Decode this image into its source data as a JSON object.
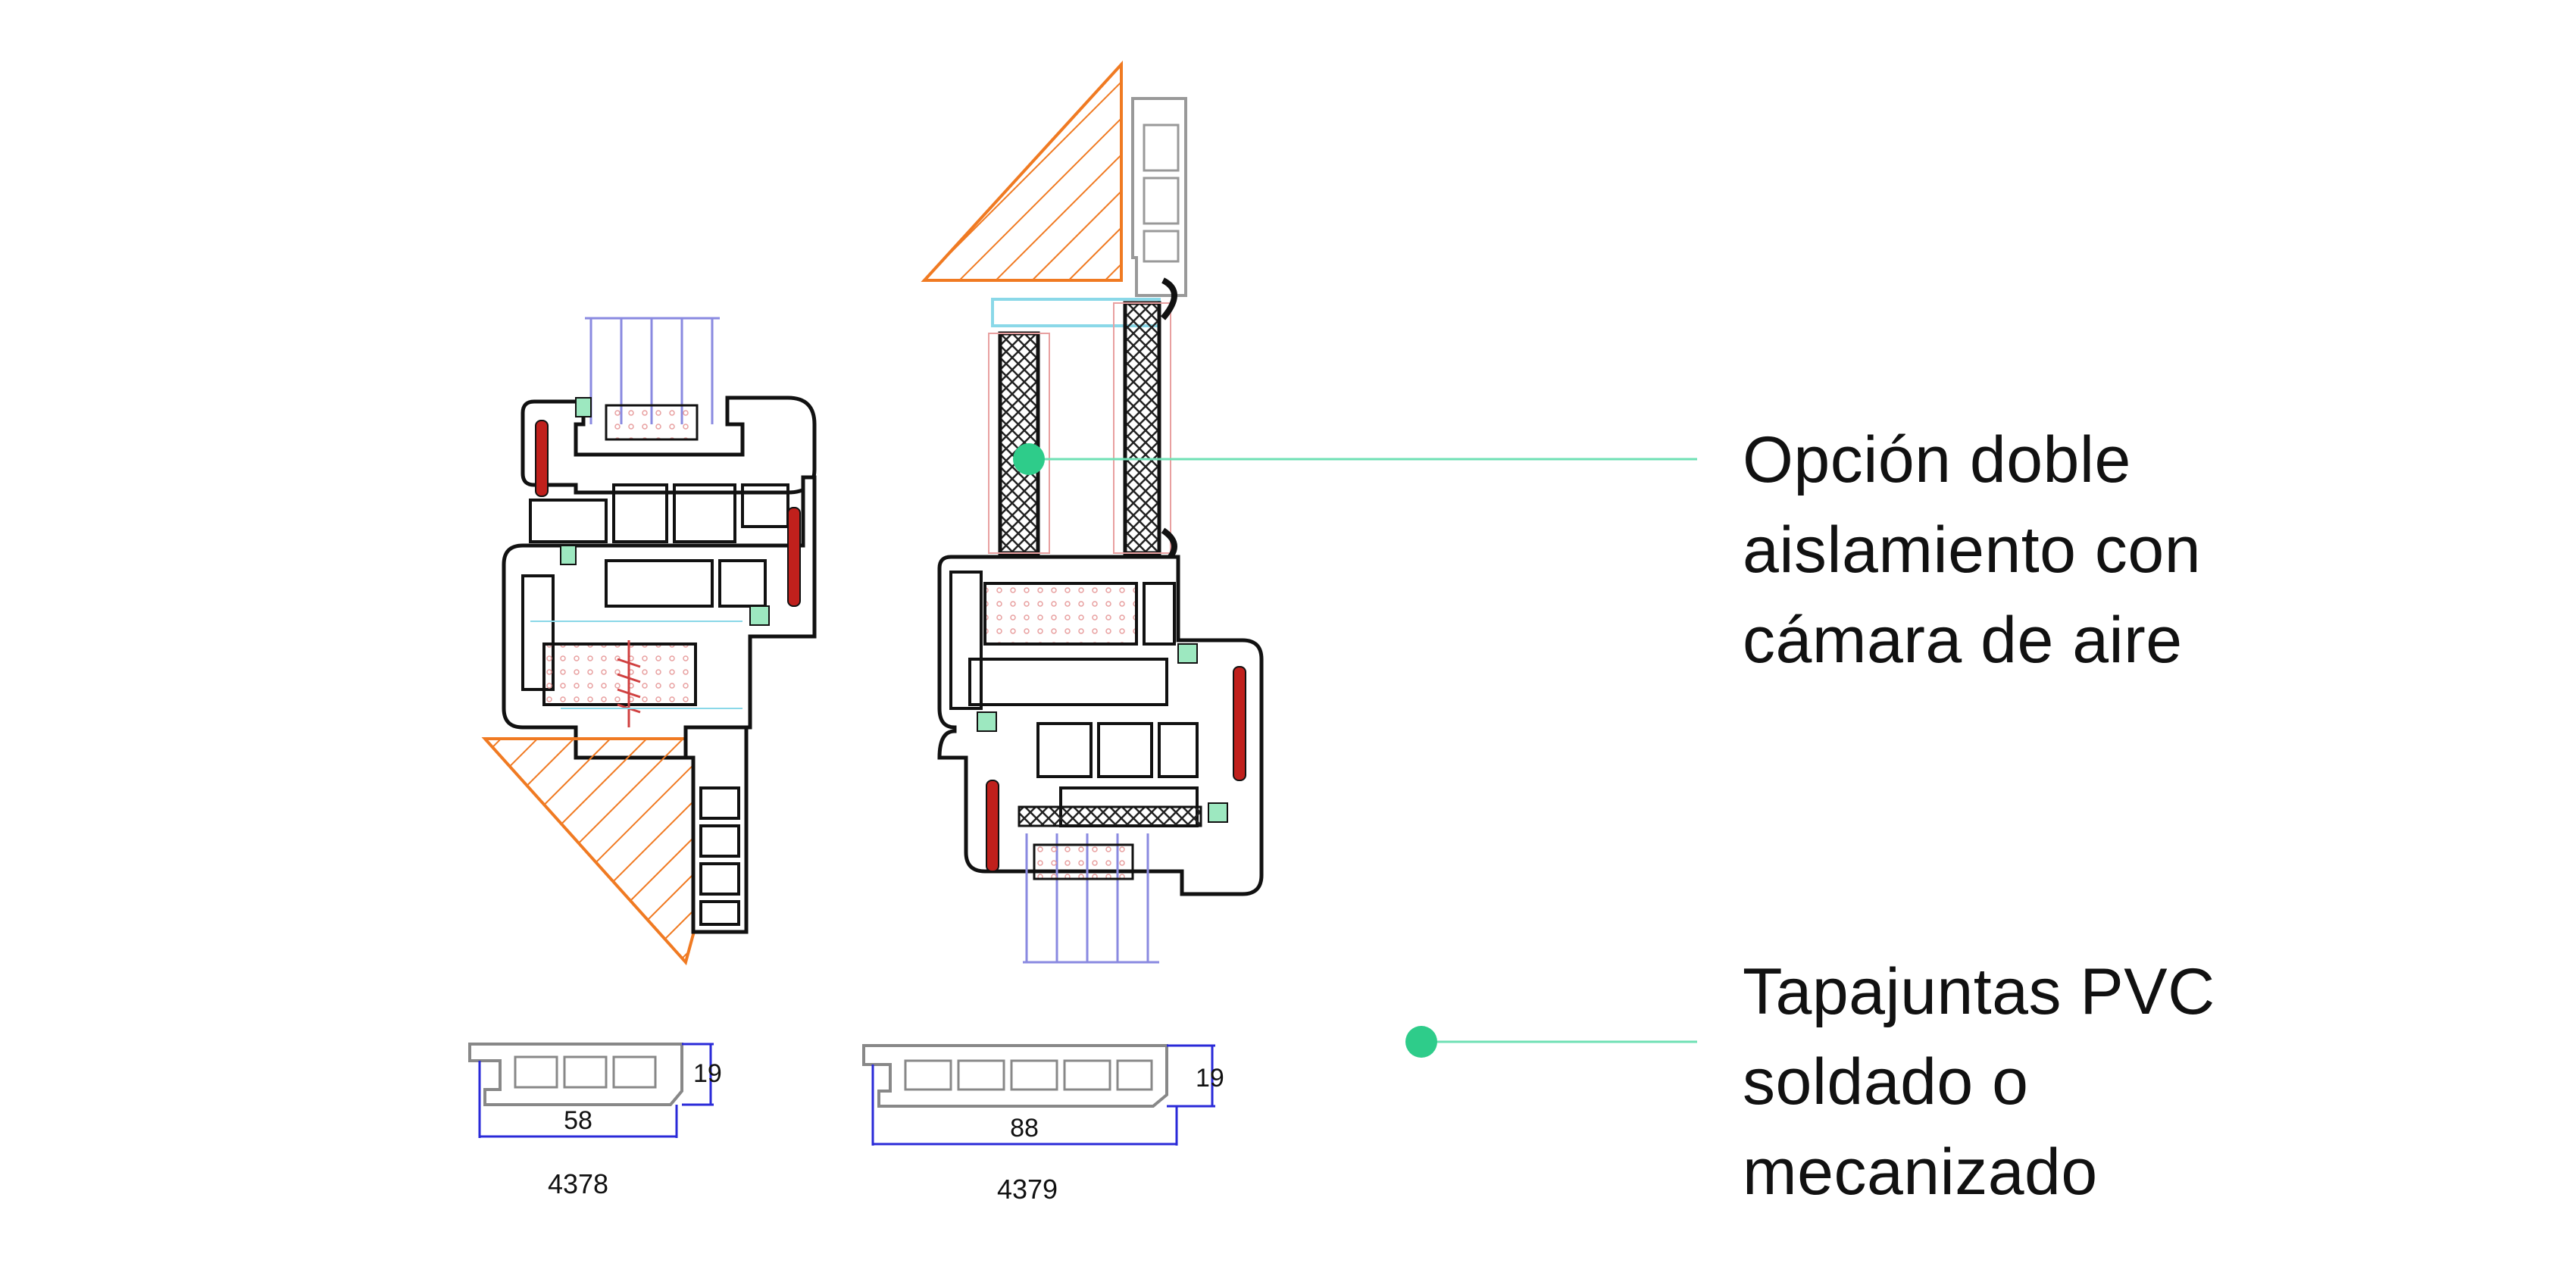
{
  "callouts": [
    {
      "text": "Opción doble\naislamiento con\ncámara de aire"
    },
    {
      "text": "Tapajuntas PVC\nsoldado o\nmecanizado"
    }
  ],
  "profiles": [
    {
      "code": "4378",
      "width": "58",
      "height": "19"
    },
    {
      "code": "4379",
      "width": "88",
      "height": "19"
    }
  ],
  "colors": {
    "accent_green": "#2ecc8a",
    "leader_line": "#6fe0b4",
    "wall_hatch": "#f07a22",
    "gasket_red": "#c0201c",
    "dimension_blue": "#2a2ad8",
    "glass_blue": "#8a8ae0",
    "profile_stroke": "#111111"
  }
}
